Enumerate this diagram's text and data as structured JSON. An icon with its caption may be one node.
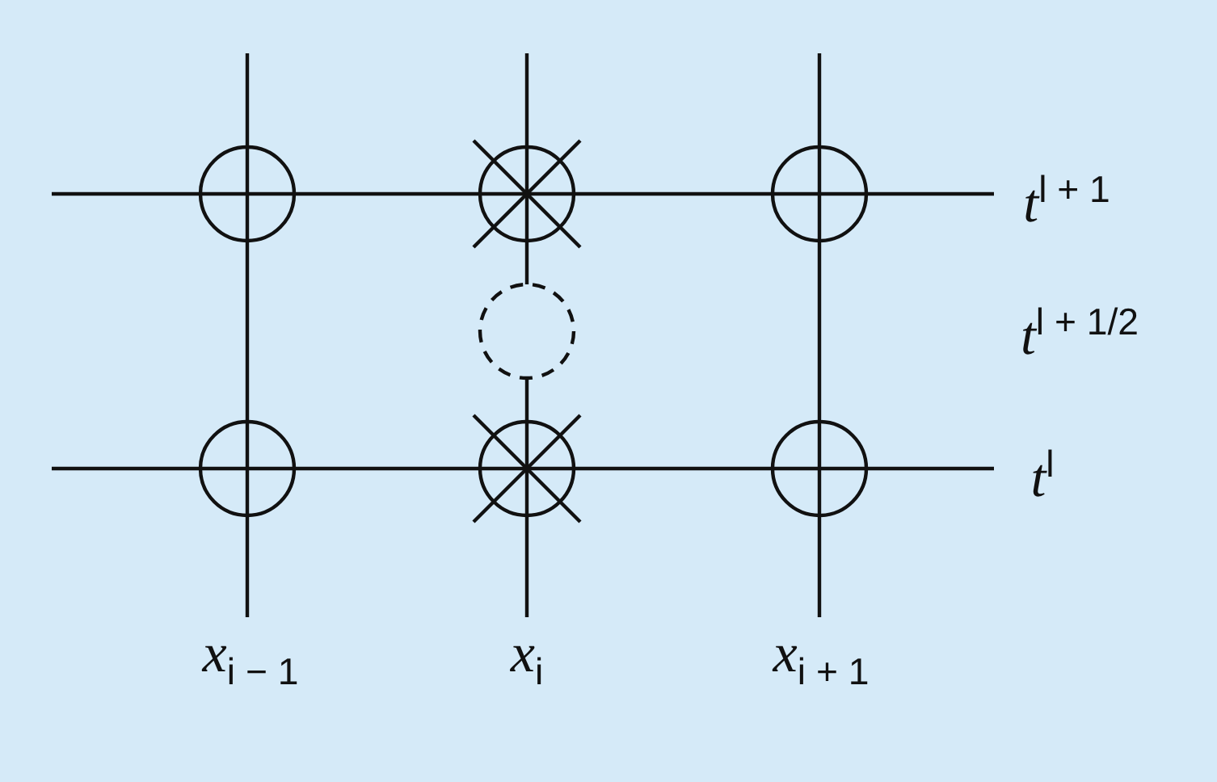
{
  "diagram": {
    "labels": [
      "t$^{l + 1}$",
      "t$^{l + 1/2}$",
      "t$^{l}$",
      "x$_{i − 1}$",
      "x$_{i}$",
      "x$_{i + 1}$"
    ]
  }
}
